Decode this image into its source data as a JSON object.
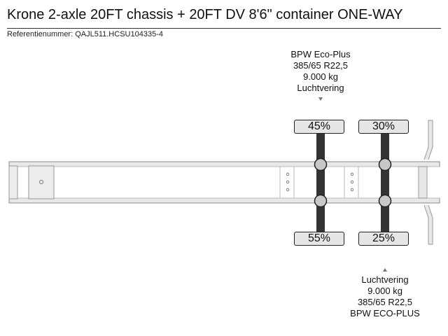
{
  "header": {
    "title": "Krone 2-axle 20FT chassis + 20FT DV 8'6\" container ONE-WAY",
    "reference": "Referentienummer: QAJL511.HCSU104335-4"
  },
  "axles": [
    {
      "top_load": "45%",
      "bottom_load": "55%"
    },
    {
      "top_load": "30%",
      "bottom_load": "25%"
    }
  ],
  "top_spec": {
    "brand": "BPW Eco-Plus",
    "tyre": "385/65 R22,5",
    "capacity": "9.000 kg",
    "suspension": "Luchtvering"
  },
  "bottom_spec": {
    "suspension": "Luchtvering",
    "capacity": "9.000 kg",
    "tyre": "385/65 R22,5",
    "brand": "BPW ECO-PLUS"
  },
  "colors": {
    "axle": "#333333",
    "hub": "#c8c8c8",
    "frame": "#e8e8e8"
  }
}
